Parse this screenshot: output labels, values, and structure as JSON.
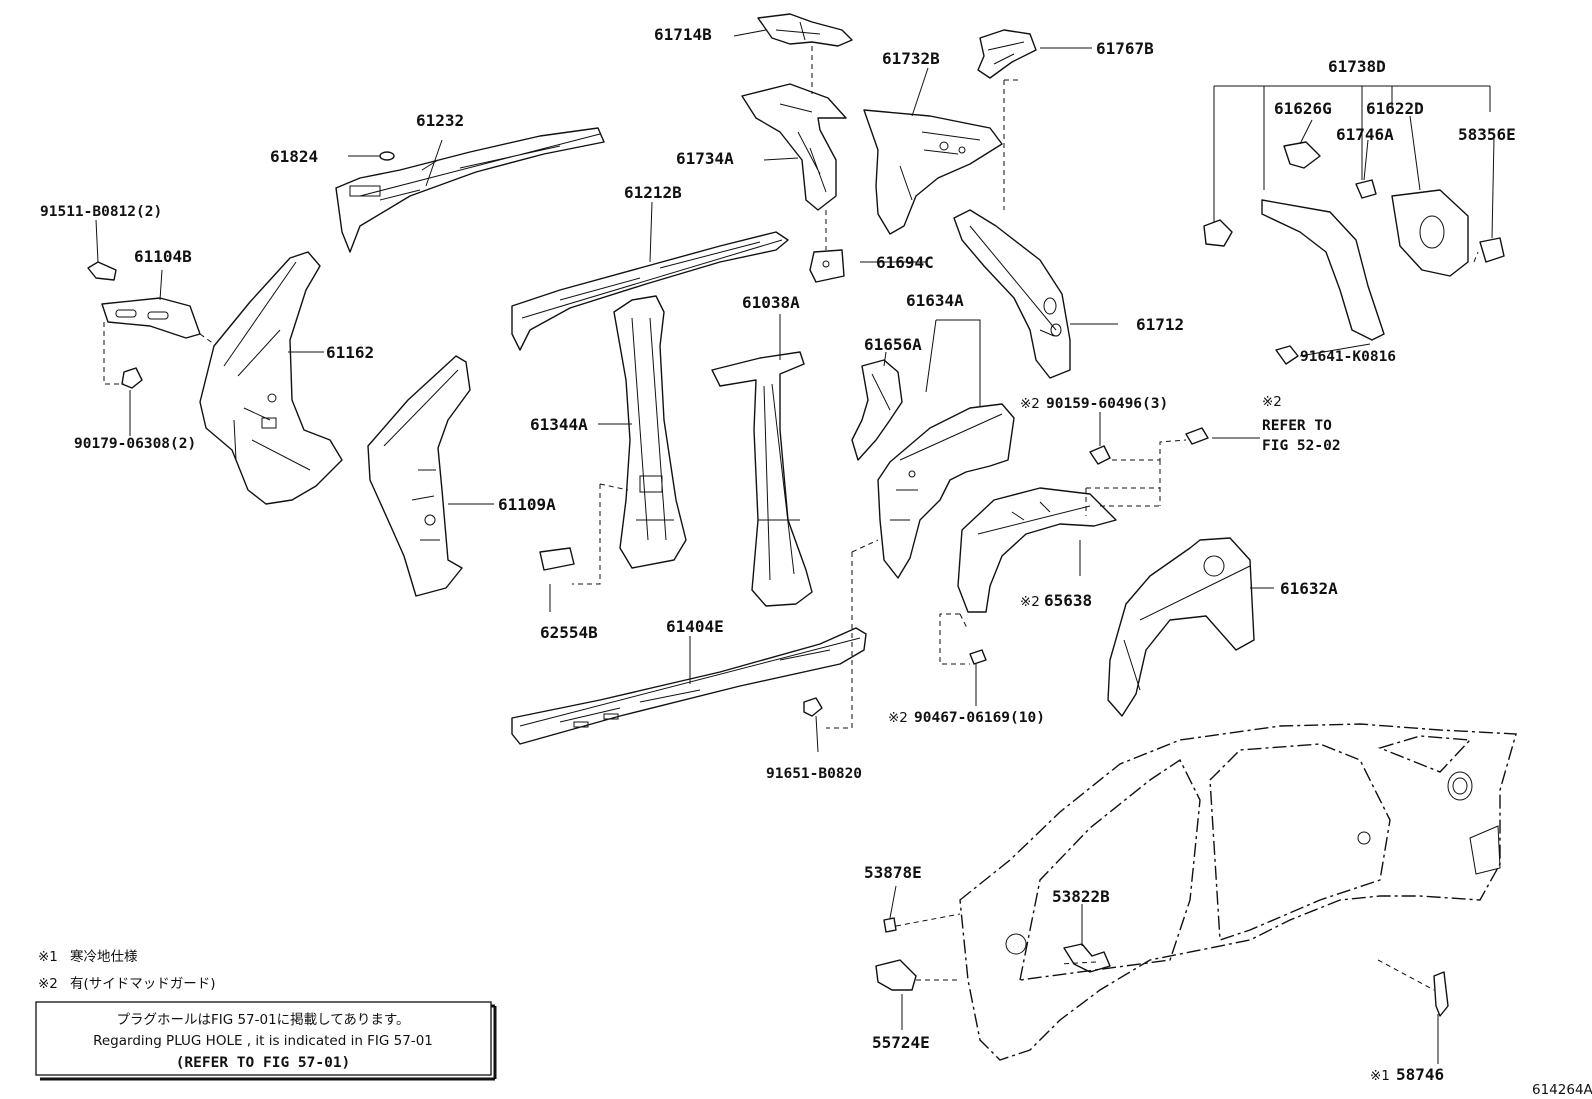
{
  "parts": {
    "p61714B": "61714B",
    "p61767B": "61767B",
    "p61732B": "61732B",
    "p61738D": "61738D",
    "p61626G": "61626G",
    "p61622D": "61622D",
    "p61746A": "61746A",
    "p58356E": "58356E",
    "p61232": "61232",
    "p61824": "61824",
    "p61734A": "61734A",
    "p61212B": "61212B",
    "p91511": "91511-B0812(2)",
    "p61104B": "61104B",
    "p61694C": "61694C",
    "p61712": "61712",
    "p91641": "91641-K0816",
    "p61038A": "61038A",
    "p61634A": "61634A",
    "p61162": "61162",
    "p61656A": "61656A",
    "p90179": "90179-06308(2)",
    "p61344A": "61344A",
    "p90159": "90159-60496(3)",
    "p61109A": "61109A",
    "p65638": "65638",
    "p61632A": "61632A",
    "p62554B": "62554B",
    "p61404E": "61404E",
    "p90467": "90467-06169(10)",
    "p91651": "91651-B0820",
    "p53878E": "53878E",
    "p53822B": "53822B",
    "p55724E": "55724E",
    "p58746": "58746"
  },
  "markers": {
    "m1": "※1",
    "m2": "※2"
  },
  "refer": {
    "line1": "REFER TO",
    "line2": "FIG 52-02"
  },
  "notes": {
    "n1_mark": "※1",
    "n1_text": "寒冷地仕様",
    "n2_mark": "※2",
    "n2_text": "有(サイドマッドガード)"
  },
  "notice_box": {
    "jp": "プラグホールはFIG 57-01に掲載してあります。",
    "en": "Regarding PLUG HOLE , it is indicated in FIG 57-01",
    "ref": "(REFER TO FIG 57-01)"
  },
  "figure_id": "614264A"
}
